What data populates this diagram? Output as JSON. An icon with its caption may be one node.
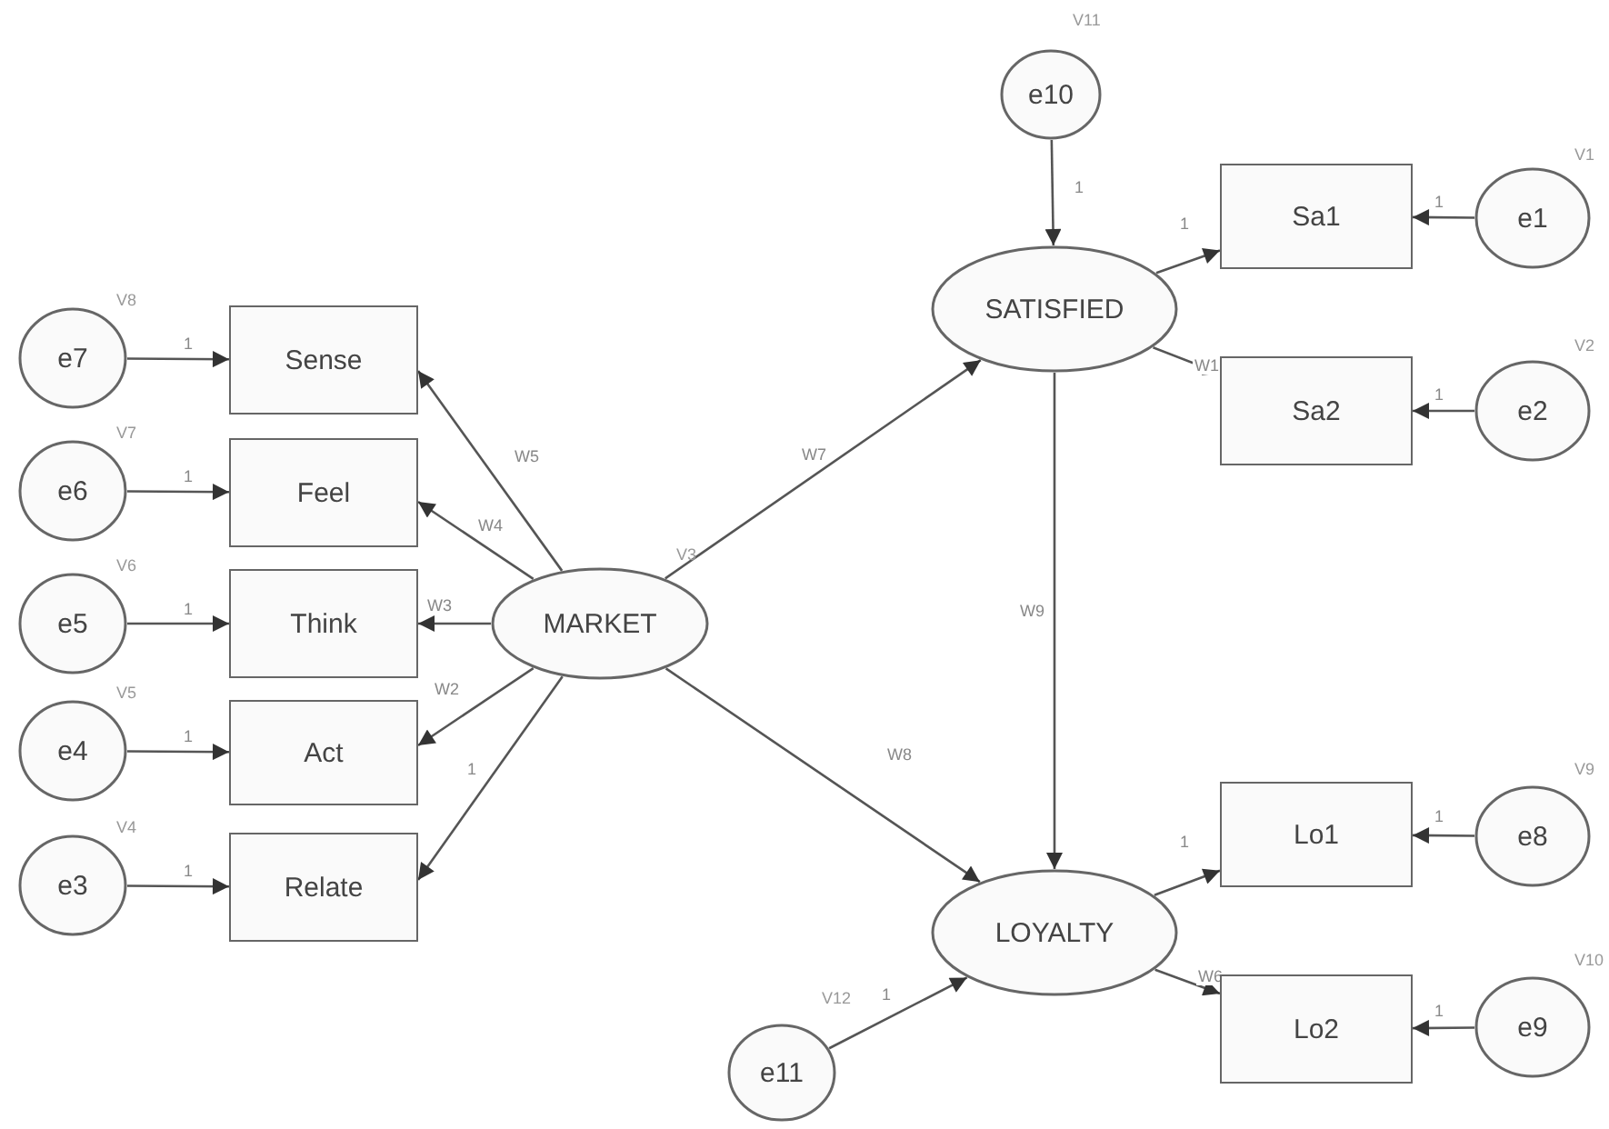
{
  "diagram": {
    "nodes": [
      {
        "text": [
          "e10"
        ],
        "beside": [
          "V11"
        ]
      },
      {
        "text": [
          "e7"
        ],
        "beside": [
          "V8"
        ]
      },
      {
        "text": [
          "Sense"
        ]
      },
      {
        "text": [
          "Sa1"
        ]
      },
      {
        "text": [
          "e1"
        ],
        "beside": [
          "V1"
        ]
      },
      {
        "text": [
          "SATISFIED"
        ]
      },
      {
        "text": [
          "e6"
        ],
        "beside": [
          "V7"
        ]
      },
      {
        "text": [
          "Feel"
        ]
      },
      {
        "text": [
          "Sa2"
        ]
      },
      {
        "text": [
          "e2"
        ],
        "beside": [
          "V2"
        ]
      },
      {
        "text": [
          "e5"
        ],
        "beside": [
          "V6"
        ]
      },
      {
        "text": [
          "Think"
        ]
      },
      {
        "text": [
          "MARKET"
        ],
        "beside": [
          "V3"
        ]
      },
      {
        "text": [
          "e4"
        ],
        "beside": [
          "V5"
        ]
      },
      {
        "text": [
          "Act"
        ]
      },
      {
        "text": [
          "e3"
        ],
        "beside": [
          "V4"
        ]
      },
      {
        "text": [
          "Relate"
        ]
      },
      {
        "text": [
          "Lo1"
        ]
      },
      {
        "text": [
          "e8"
        ],
        "beside": [
          "V9"
        ]
      },
      {
        "text": [
          "LOYALTY"
        ]
      },
      {
        "text": [
          "Lo2"
        ]
      },
      {
        "text": [
          "e9"
        ],
        "beside": [
          "V10"
        ]
      },
      {
        "text": [
          "e11"
        ],
        "beside": [
          "V12"
        ]
      }
    ],
    "edges": [
      {
        "from": 1,
        "to": 2,
        "arrow": "to",
        "label": "1"
      },
      {
        "from": 6,
        "to": 7,
        "arrow": "to",
        "label": "1"
      },
      {
        "from": 10,
        "to": 11,
        "arrow": "to",
        "label": "1"
      },
      {
        "from": 13,
        "to": 14,
        "arrow": "to",
        "label": "1"
      },
      {
        "from": 15,
        "to": 16,
        "arrow": "to",
        "label": "1"
      },
      {
        "from": 12,
        "to": 2,
        "arrow": "to",
        "label": "W5"
      },
      {
        "from": 12,
        "to": 7,
        "arrow": "to",
        "label": "W4"
      },
      {
        "from": 12,
        "to": 11,
        "arrow": "to",
        "label": "W3"
      },
      {
        "from": 12,
        "to": 14,
        "arrow": "to",
        "label": "W2"
      },
      {
        "from": 12,
        "to": 16,
        "arrow": "to",
        "label": "1"
      },
      {
        "from": 12,
        "to": 5,
        "arrow": "to",
        "label": "W7"
      },
      {
        "from": 12,
        "to": 19,
        "arrow": "to",
        "label": "W8"
      },
      {
        "from": 5,
        "to": 19,
        "arrow": "to",
        "label": "W9"
      },
      {
        "from": 0,
        "to": 5,
        "arrow": "to",
        "label": "1"
      },
      {
        "from": 5,
        "to": 3,
        "arrow": "to",
        "label": "1"
      },
      {
        "from": 5,
        "to": 8,
        "arrow": "to",
        "label": "W1"
      },
      {
        "from": 4,
        "to": 3,
        "arrow": "to",
        "label": "1"
      },
      {
        "from": 9,
        "to": 8,
        "arrow": "to",
        "label": "1"
      },
      {
        "from": 19,
        "to": 17,
        "arrow": "to",
        "label": "1"
      },
      {
        "from": 19,
        "to": 20,
        "arrow": "to",
        "label": "W6"
      },
      {
        "from": 18,
        "to": 17,
        "arrow": "to",
        "label": "1"
      },
      {
        "from": 21,
        "to": 20,
        "arrow": "to",
        "label": "1"
      },
      {
        "from": 22,
        "to": 19,
        "arrow": "to",
        "label": "1"
      }
    ]
  }
}
